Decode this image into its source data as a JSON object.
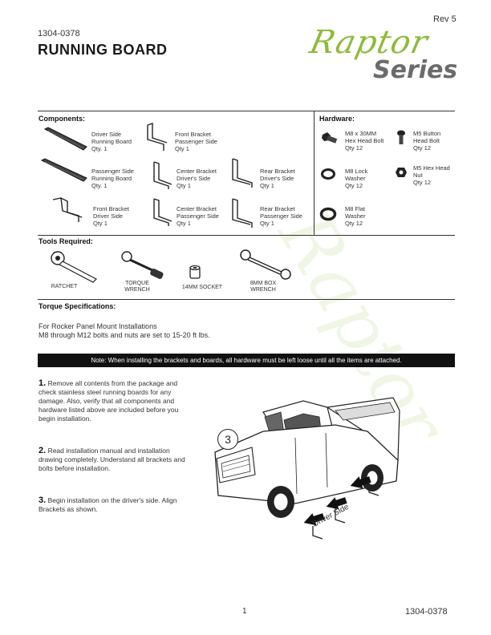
{
  "header": {
    "part_number": "1304-0378",
    "title": "RUNNING BOARD",
    "revision": "Rev 5",
    "logo_script": "Raptor",
    "logo_word": "Series"
  },
  "components": {
    "heading": "Components:",
    "items": [
      {
        "label": "Driver Side",
        "sub": "Running Board",
        "qty": "Qty. 1"
      },
      {
        "label": "Front Bracket",
        "sub": "Passenger Side",
        "qty": "Qty 1"
      },
      {
        "label": "Passenger Side",
        "sub": "Running Board",
        "qty": "Qty. 1"
      },
      {
        "label": "Center Bracket",
        "sub": "Driver's Side",
        "qty": "Qty 1"
      },
      {
        "label": "Rear Bracket",
        "sub": "Driver's Side",
        "qty": "Qty 1"
      },
      {
        "label": "Front Bracket",
        "sub": "Driver Side",
        "qty": "Qty 1"
      },
      {
        "label": "Center Bracket",
        "sub": "Passenger Side",
        "qty": "Qty 1"
      },
      {
        "label": "Rear Bracket",
        "sub": "Passenger Side",
        "qty": "Qty 1"
      }
    ]
  },
  "hardware": {
    "heading": "Hardware:",
    "items": [
      {
        "label": "M8 x 30MM",
        "sub": "Hex Head Bolt",
        "qty": "Qty 12",
        "icon": "hex-bolt-icon"
      },
      {
        "label": "M5 Button",
        "sub": "Head Bolt",
        "qty": "Qty 12",
        "icon": "button-bolt-icon"
      },
      {
        "label": "M8 Lock",
        "sub": "Washer",
        "qty": "Qty 12",
        "icon": "lock-washer-icon"
      },
      {
        "label": "M5 Hex Head",
        "sub": "Nut",
        "qty": "Qty 12",
        "icon": "hex-nut-icon"
      },
      {
        "label": "M8 Flat",
        "sub": "Washer",
        "qty": "Qty 12",
        "icon": "flat-washer-icon"
      }
    ]
  },
  "tools": {
    "heading": "Tools Required:",
    "items": [
      {
        "label": "RATCHET",
        "sub": ""
      },
      {
        "label": "TORQUE",
        "sub": "WRENCH"
      },
      {
        "label": "14MM SOCKET",
        "sub": ""
      },
      {
        "label": "8MM BOX",
        "sub": "WRENCH"
      }
    ]
  },
  "torque": {
    "heading": "Torque Specifications:",
    "line1": "For Rocker Panel Mount Installations",
    "line2": "M8 through M12 bolts and nuts are set to 15-20 ft lbs."
  },
  "note": "Note: When installing the brackets and boards, all hardware must be left loose until all the items are attached.",
  "steps": [
    {
      "num": "1.",
      "text": "Remove all contents from the package and check stainless steel running boards for any damage. Also, verify that all components and hardware listed above are included before you begin installation."
    },
    {
      "num": "2.",
      "text": "Read installation manual and installation drawing completely. Understand all brackets and bolts before installation."
    },
    {
      "num": "3.",
      "text": "Begin installation on the driver's side.  Align Brackets as shown."
    }
  ],
  "figure": {
    "callout": "3",
    "side_label": "Driver Side"
  },
  "footer": {
    "page": "1",
    "part_number": "1304-0378"
  },
  "colors": {
    "logo_green": "#8dbb3a",
    "logo_grey": "#6b6b6b",
    "note_bar": "#111111"
  }
}
